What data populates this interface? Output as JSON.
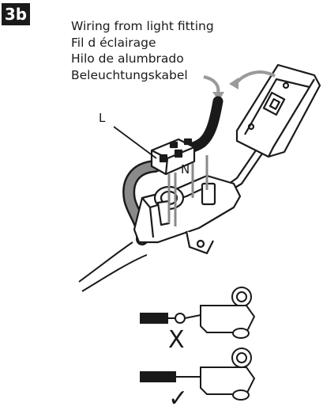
{
  "step_label": "3b",
  "caption_lines": [
    "Wiring from light fitting",
    "Fil d éclairage",
    "Hilo de alumbrado",
    "Beleuchtungskabel"
  ],
  "terminal_labels": {
    "live": "L",
    "neutral": "N"
  },
  "marks": {
    "wrong": "X",
    "right": "✓"
  },
  "colors": {
    "ink": "#1a1a1a",
    "grey_wire": "#8a8a8a",
    "arrow_grey": "#9a9a9a",
    "badge": "#1a1a1a"
  }
}
